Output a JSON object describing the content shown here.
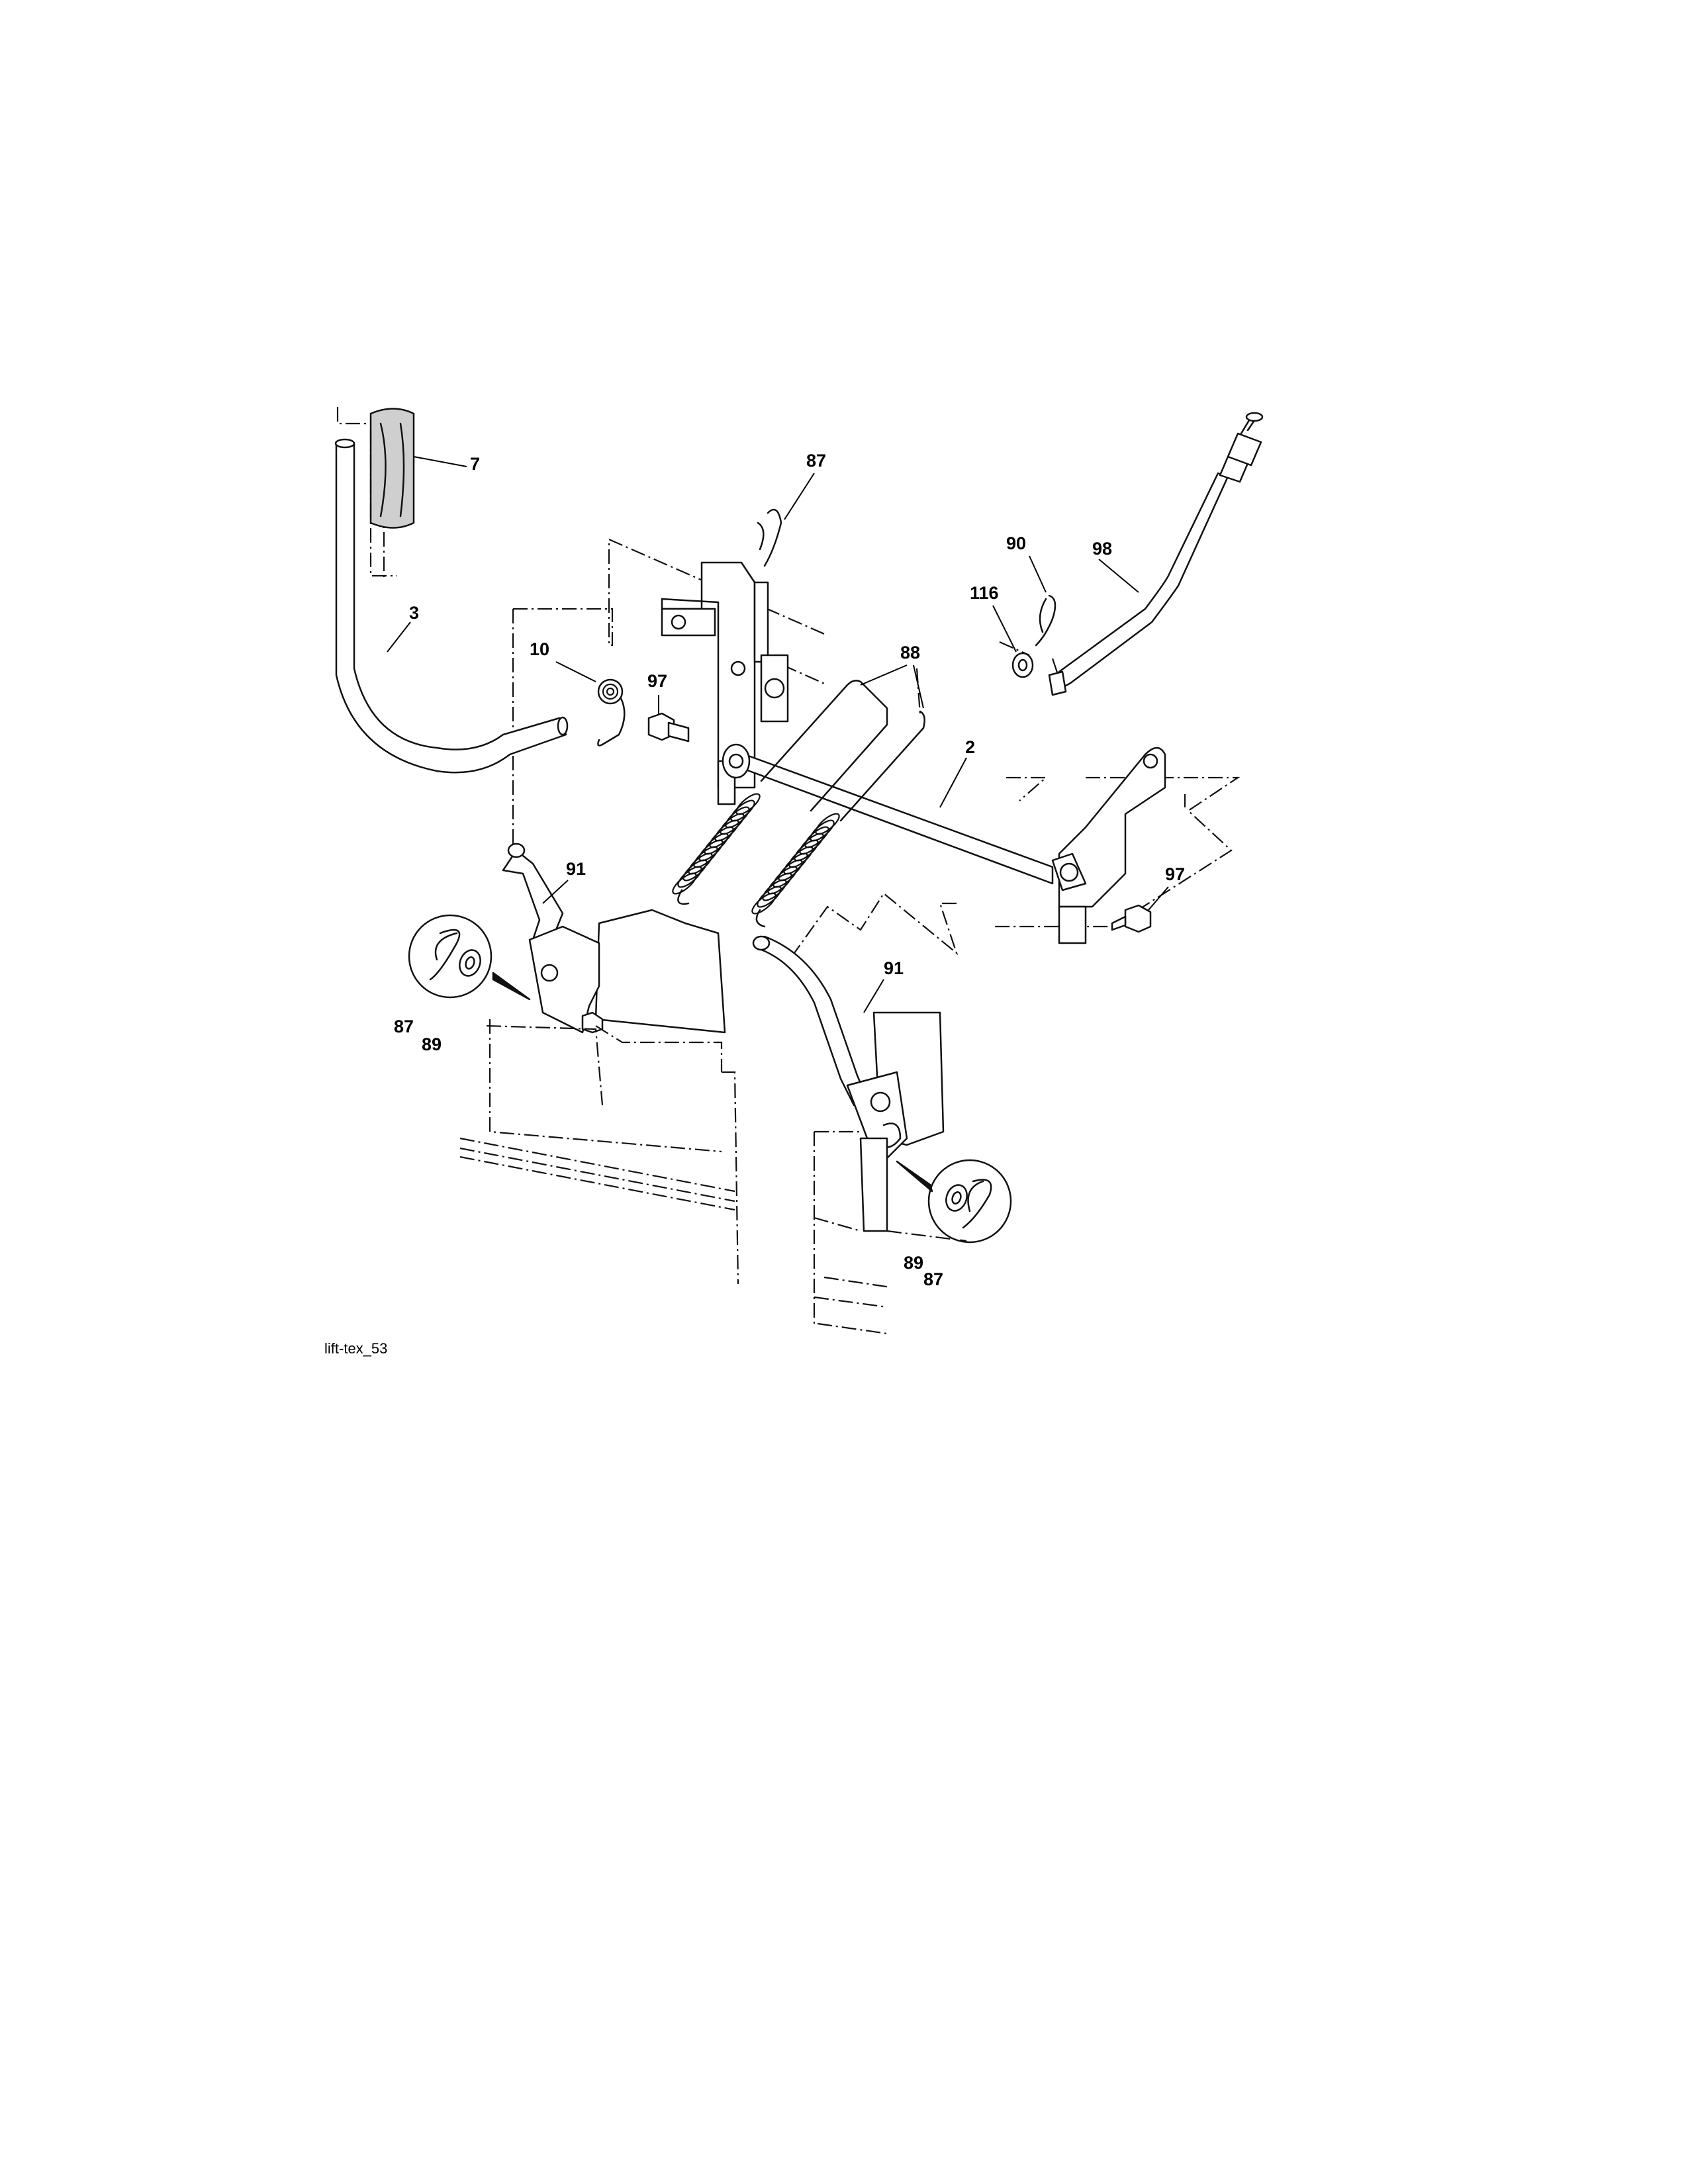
{
  "diagram": {
    "drawing_id": "lift-tex_53",
    "callouts": [
      "7",
      "3",
      "87",
      "10",
      "97",
      "90",
      "98",
      "116",
      "88",
      "2",
      "91",
      "97",
      "87",
      "89",
      "91",
      "89",
      "87"
    ]
  }
}
